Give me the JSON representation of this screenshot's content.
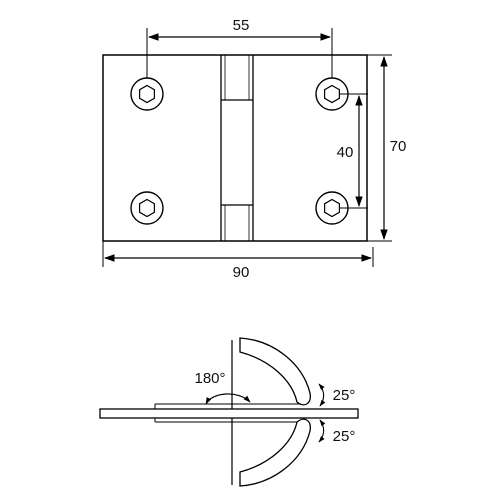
{
  "top_view": {
    "dim_hole_spacing_horizontal": "55",
    "dim_hole_spacing_vertical": "40",
    "dim_height": "70",
    "dim_width": "90"
  },
  "side_view": {
    "opening_angle": "180°",
    "upper_leaf_angle": "25°",
    "lower_leaf_angle": "25°"
  }
}
